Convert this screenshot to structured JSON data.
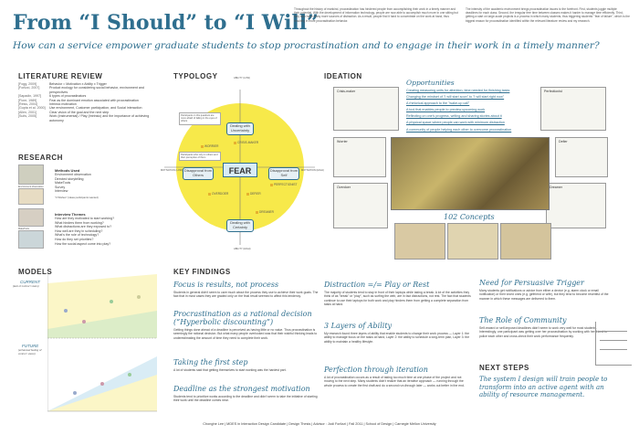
{
  "header": {
    "title": "From “I Should” to “I Will”",
    "subtitle": "How can a service empower graduate students to stop procrastination and to engage in their work in a timely manner?",
    "intro_left": "Throughout the history of mankind, procrastination has hindered people from accomplishing their work in a timely manner and their potential. With the development of information technology, people are now able to accomplish much more in one sitting but they also have many more sources of distraction. As a result, people find it hard to concentrate on the work at hand, thus resulting in more procrastination behavior.",
    "intro_right": "The intensity of the academic environment brings procrastination issues to the forefront. First, students juggle multiple deadlines for each class. Second, the irregular free time between classes makes it harder to manage time efficiently. Third, getting a start on large-scale projects is a process in which many students, thus triggering students' \"fear of failure\", which is the biggest reason for procrastination identified within the relevant literature review and my research."
  },
  "literature": {
    "title": "LITERATURE REVIEW",
    "rows": [
      {
        "ref": "[Fogg, 2009]",
        "text": "Behavior = Motivation x Ability x Trigger"
      },
      {
        "ref": "[Forlizzi, 2007]",
        "text": "Product ecology for considering social behavior, environment and perspectives"
      },
      {
        "ref": "[Sapadin, 1997]",
        "text": "6 types of procrastinators"
      },
      {
        "ref": "[Fiore, 1989]",
        "text": "Fear as the dominant emotion associated with procrastination"
      },
      {
        "ref": "[Reiss, 2004]",
        "text": "Intrinsic motivation"
      },
      {
        "ref": "[Gupta et al. 2000]",
        "text": "Use environment, Customer participation, and Social interaction"
      },
      {
        "ref": "[Allen, 2001]",
        "text": "Clear vision of the goal and the next step"
      },
      {
        "ref": "[Suits, 2005]",
        "text": "Work (Instrumental) / Play (Intrinsic) and the importance of achieving autonomy"
      }
    ]
  },
  "research": {
    "title": "RESEARCH",
    "methods_title": "Methods Used",
    "methods": [
      "Environment observation",
      "Directed storytelling",
      "MakeTools",
      "Survey",
      "Interview"
    ],
    "wishes_note": "\"3 Wishes\" (ideas participants wanted)",
    "themes_title": "Interview Themes",
    "themes": [
      "How are they motivated to start working?",
      "What hinders them from working?",
      "What distractions are they exposed to?",
      "How well are they in scheduling?",
      "What's the role of technology?",
      "How do they set priorities?",
      "How the social aspect come into play?"
    ],
    "photo_caption_1": "Environment observation",
    "photo_caption_2": "MakeTools"
  },
  "typology": {
    "title": "TYPOLOGY",
    "center": "FEAR",
    "top": "Dealing with Uncertainty",
    "bottom": "Dealing with Certainty",
    "left": "Disapproval from Others",
    "right": "Disapproval from Self",
    "axis_top": "ABILITY (LOW)",
    "axis_bottom": "ABILITY (HIGH)",
    "axis_left": "MOTIVATION (LOW)",
    "axis_right": "MOTIVATION (HIGH)",
    "types": [
      "CRISIS-MAKER",
      "WORRIER",
      "PERFECTIONIST",
      "OVERDOER",
      "DEFIER",
      "DREAMER"
    ],
    "note_top": "Participants in this quadrant are more afraid of failing in the eyes of others",
    "note_left": "Participants who rely on others and their perception of them"
  },
  "ideation": {
    "title": "IDEATION",
    "opp_title": "Opportunities",
    "opportunities": [
      "Creating measuring units for attention, time needed for finishing tasks",
      "Changing the mindset of \"I will start soon\" to \"I will start right now\"",
      "A rhetorical approach to the \"wake-up call\"",
      "A tool that enables people to preview upcoming work",
      "Reflecting on one's progress, writing and sharing stories about it",
      "A physical space where people can work with minimum distraction",
      "A community of people helping each other to overcome procrastination"
    ],
    "sketches": [
      "Crisis-maker",
      "Perfectionist",
      "Worrier",
      "Defier",
      "Overdoer",
      "Dreamer"
    ],
    "concepts": "102 Concepts"
  },
  "models": {
    "title": "MODELS",
    "current": "CURRENT",
    "current_sub": "(lack of control / vision)",
    "future": "FUTURE",
    "future_sub": "(enhanced feeling of control / vision)"
  },
  "findings": {
    "title": "KEY FINDINGS",
    "items": [
      {
        "head": "Focus is results, not process",
        "body": "Students in general didn't seem to care much about the process they use to achieve their work goals. The fact that in most cases they are graded only on the final result seemed to affect this tendency."
      },
      {
        "head": "Procrastination as a rational decision (“Hyperbolic discounting”)",
        "body": "Getting things done ahead of a deadline is perceived as having little or no value. Thus procrastination is seemingly the rational decision. But what many people overlooked was that their wishful thinking leads to underestimating the amount of time they need to complete their work."
      },
      {
        "head": "Taking the first step",
        "body": "A lot of students said that getting themselves to start working was the hardest part."
      },
      {
        "head": "Deadline as the strongest motivation",
        "body": "Students tend to prioritize works according to the deadline and didn't seem to take the initiative of starting their work until the deadline comes near."
      },
      {
        "head": "Distraction =/= Play or Rest",
        "body": "The majority of students tend to stay in front of their laptops while taking a break. A lot of the activities they think of as \"break\" or \"play\", such as surfing the web, are in fact distractions, not rest. The fact that students continue to use their laptops for both work and play hinders them from getting a complete separation from tasks at hand."
      },
      {
        "head": "3 Layers of Ability",
        "body": "My research found three layers of ability that enable students to change their work process — Layer 1: the ability to manage focus on the tasks at hand, Layer 2: the ability to schedule a long-term plan, Layer 3: the ability to maintain a healthy lifestyle."
      },
      {
        "head": "Perfection through iteration",
        "body": "A lot of procrastination occurs as a result of taking too much time at one phase of the project and not moving to the next step. Many students didn't realize that an iterative approach — running through the whole process to create the first draft and do a second run-through later — works out better in the end."
      },
      {
        "head": "Need for Persuasive Trigger",
        "body": "Many students get notifications or advice from either a device (e.g. alarm clock or email notification) or their loved ones (e.g. girlfriend or wife), but they tend to become resentful of the manner in which these messages are delivered to them."
      },
      {
        "head": "The Role of Community",
        "body": "Self-reward or self-imposed deadlines didn't seem to work very well for most students. Interestingly, one participant was getting over her procrastination by working with her friend to police each other and cross-check their work performance frequently."
      }
    ]
  },
  "next_steps": {
    "title": "NEXT STEPS",
    "body": "The system I design will train people to transform into an active agent with an ability of resource management."
  },
  "footer": "Chonghe Lee | MDES in Interaction Design Candidate | Design Thesis | Advisor : Jodi Forlizzi | Fall 2011 | School of Design | Carnegie Mellon University",
  "colors": {
    "accent": "#2f6f8f",
    "yellow": "#f7e94a",
    "blue_box": "#d9ecf5"
  }
}
